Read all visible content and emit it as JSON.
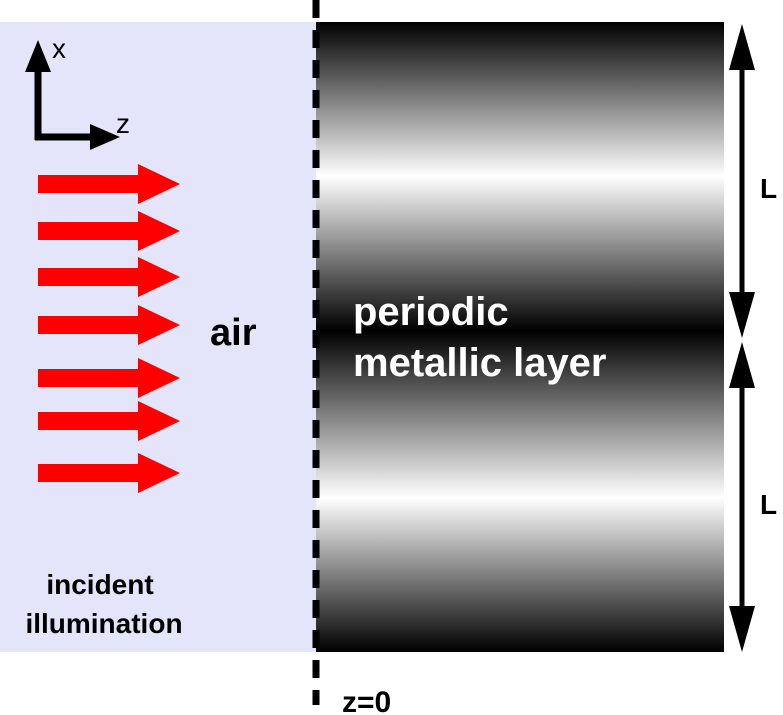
{
  "axes": {
    "x_label": "x",
    "z_label": "z"
  },
  "regions": {
    "air": {
      "label": "air",
      "color": "#e4e4fb"
    },
    "layer": {
      "line1": "periodic",
      "line2": "metallic layer",
      "text_color": "#ffffff"
    }
  },
  "illumination": {
    "line1": "incident",
    "line2": "illumination",
    "arrow_color": "#ff0000",
    "arrow_count": 7
  },
  "period": {
    "label_top": "L",
    "label_bottom": "L"
  },
  "interface": {
    "label": "z=0"
  }
}
